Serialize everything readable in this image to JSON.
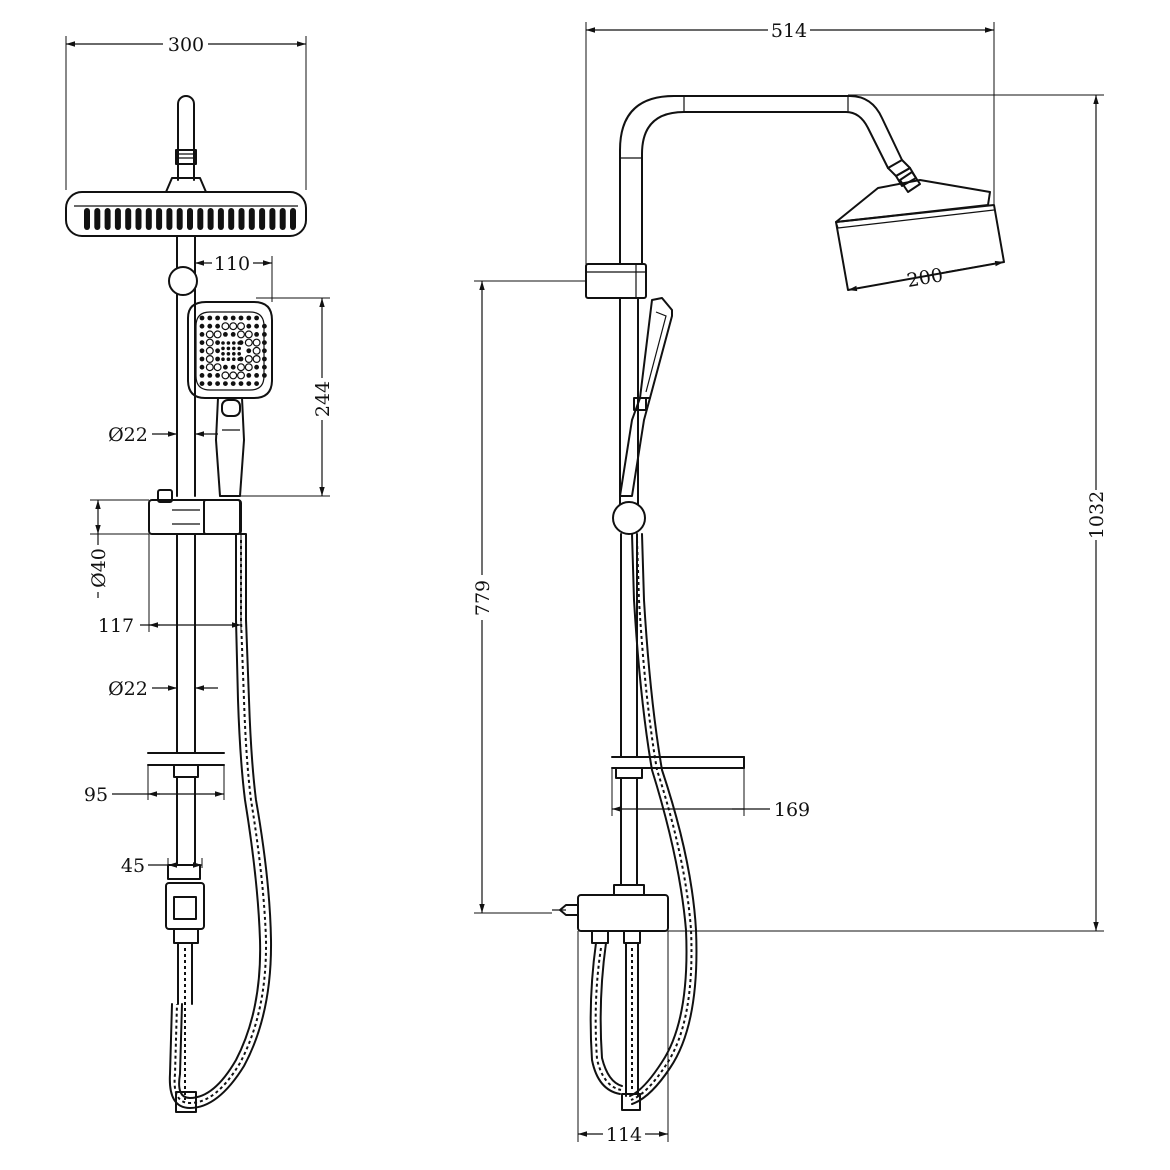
{
  "front_view": {
    "dims": {
      "head_width": "300",
      "handshower_offset": "110",
      "handshower_length": "244",
      "rail_diameter_upper": "Ø22",
      "holder_diameter": "Ø40",
      "holder_projection": "117",
      "rail_diameter_lower": "Ø22",
      "shelf_width": "95",
      "outlet_width": "45"
    }
  },
  "side_view": {
    "dims": {
      "arm_projection": "514",
      "head_diameter": "200",
      "total_height": "1032",
      "rail_height": "779",
      "shelf_depth": "169",
      "valve_depth": "114"
    }
  }
}
